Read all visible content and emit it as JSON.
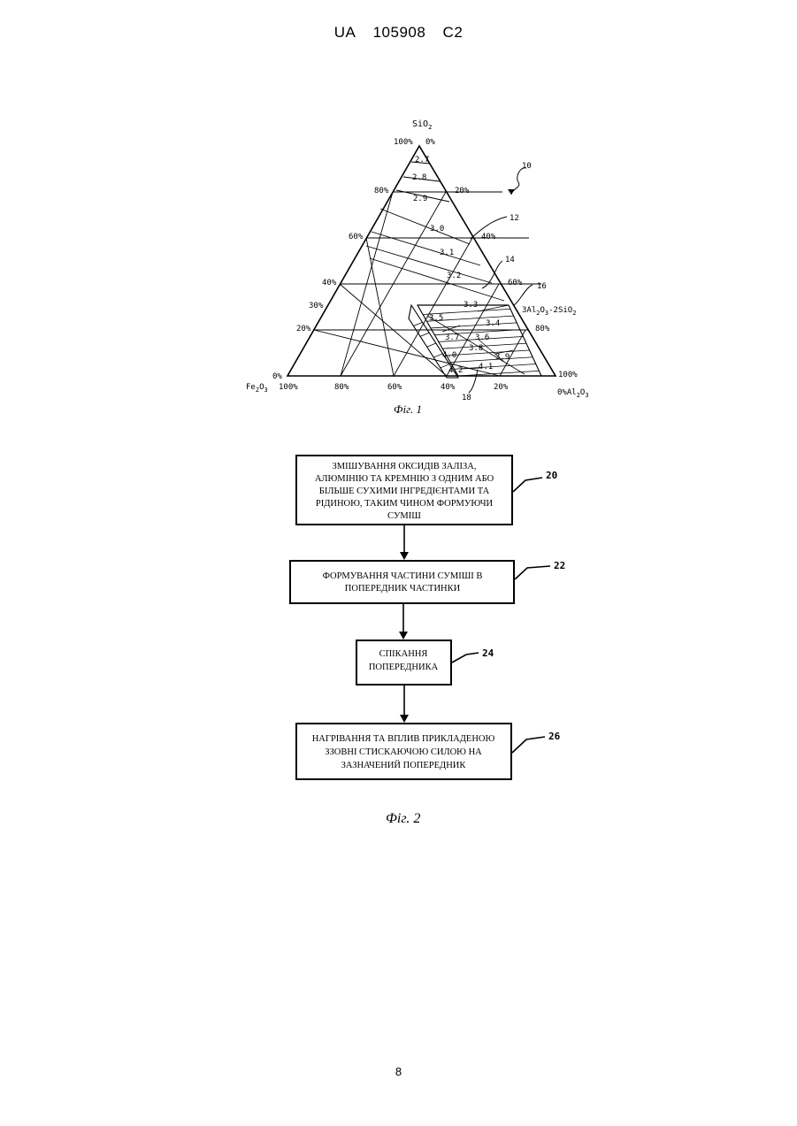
{
  "header": {
    "country": "UA",
    "number": "105908",
    "kind": "C2"
  },
  "figure1": {
    "top_label": "SiO",
    "top_label_sub": "2",
    "left_label": "Fe",
    "left_label_sub1": "2",
    "left_label_mid": "O",
    "left_label_sub2": "3",
    "right_label_prefix": "0%Al",
    "right_label_sub1": "2",
    "right_label_mid": "O",
    "right_label_sub2": "3",
    "mullite_prefix": "3Al",
    "mullite_sub1": "2",
    "mullite_mid": "O",
    "mullite_sub2": "3",
    "mullite_suffix": "-2SiO",
    "mullite_sub3": "2",
    "apex_pct_left": "100%",
    "apex_pct_right": "0%",
    "left_axis": [
      "80%",
      "60%",
      "40%",
      "30%",
      "20%"
    ],
    "left_corner": "0%",
    "bottom_axis": [
      "100%",
      "80%",
      "60%",
      "40%",
      "20%"
    ],
    "right_axis": [
      "20%",
      "40%",
      "60%",
      "80%"
    ],
    "right_corner": "100%",
    "isolines": [
      "2.7",
      "2.8",
      "2.9",
      "3.0",
      "3.1",
      "3.2",
      "3.3",
      "3.4",
      "3.5",
      "3.6",
      "3.7",
      "3.8",
      "3.9",
      "4.0",
      "4.1",
      "4.2"
    ],
    "refs": [
      "10",
      "12",
      "14",
      "16",
      "18"
    ],
    "caption": "Фіг. 1"
  },
  "figure2": {
    "steps": [
      {
        "ref": "20",
        "lines": [
          "ЗМІШУВАННЯ ОКСИДІВ ЗАЛІЗА,",
          "АЛЮМІНІЮ ТА КРЕМНІЮ З ОДНИМ АБО",
          "БІЛЬШЕ СУХИМИ ІНГРЕДІЄНТАМИ ТА",
          "РІДИНОЮ, ТАКИМ ЧИНОМ ФОРМУЮЧИ",
          "СУМІШ"
        ]
      },
      {
        "ref": "22",
        "lines": [
          "ФОРМУВАННЯ ЧАСТИНИ СУМІШІ В",
          "ПОПЕРЕДНИК ЧАСТИНКИ"
        ]
      },
      {
        "ref": "24",
        "lines": [
          "СПІКАННЯ",
          "ПОПЕРЕДНИКА"
        ]
      },
      {
        "ref": "26",
        "lines": [
          "НАГРІВАННЯ ТА ВПЛИВ ПРИКЛАДЕНОЮ",
          "ЗЗОВНІ СТИСКАЮЧОЮ СИЛОЮ НА",
          "ЗАЗНАЧЕНИЙ ПОПЕРЕДНИК"
        ]
      }
    ],
    "caption": "Фіг. 2"
  },
  "page_number": "8"
}
